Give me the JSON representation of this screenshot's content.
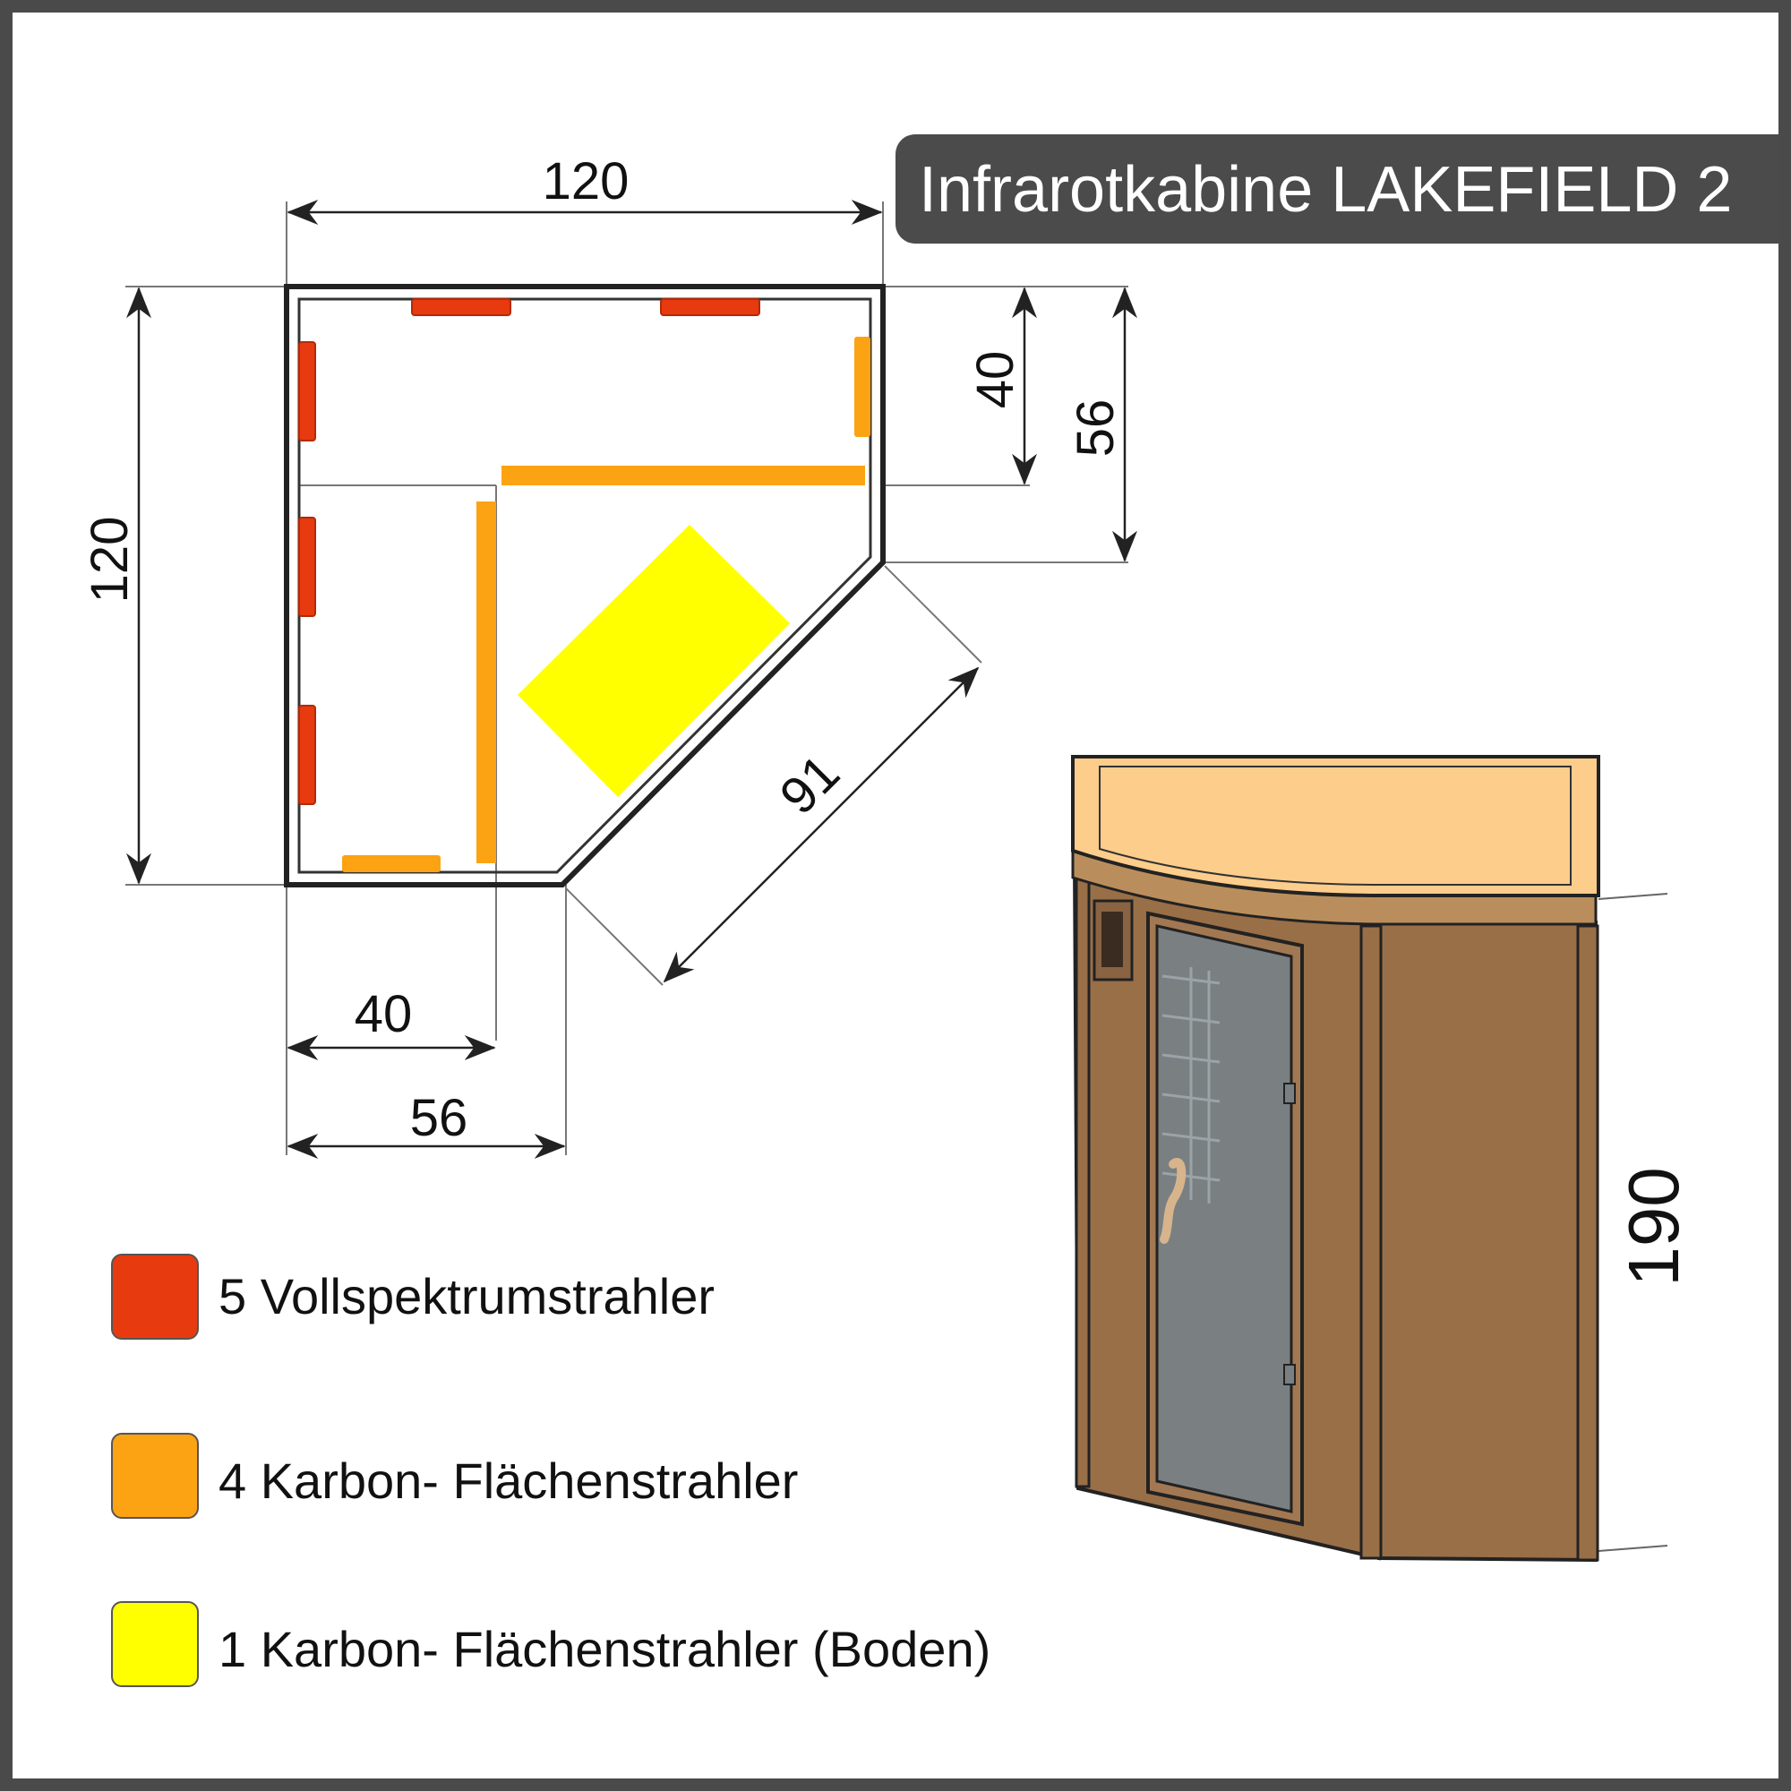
{
  "title": "Infrarotkabine LAKEFIELD 2",
  "dimensions": {
    "top_width": "120",
    "left_height": "120",
    "right_40": "40",
    "right_56": "56",
    "diagonal": "91",
    "bottom_40": "40",
    "bottom_56": "56",
    "cabin_height": "190"
  },
  "legend": [
    {
      "label": "5 Vollspektrumstrahler",
      "color": "#e83a0f"
    },
    {
      "label": "4 Karbon- Flächenstrahler",
      "color": "#fca313"
    },
    {
      "label": "1 Karbon- Flächenstrahler (Boden)",
      "color": "#ffff00"
    }
  ],
  "colors": {
    "background_frame": "#4a4a4a",
    "title_bg": "#4b4b4b",
    "wood": "#996f48",
    "roof": "#fdcd8c",
    "glass": "#7a7f82"
  }
}
